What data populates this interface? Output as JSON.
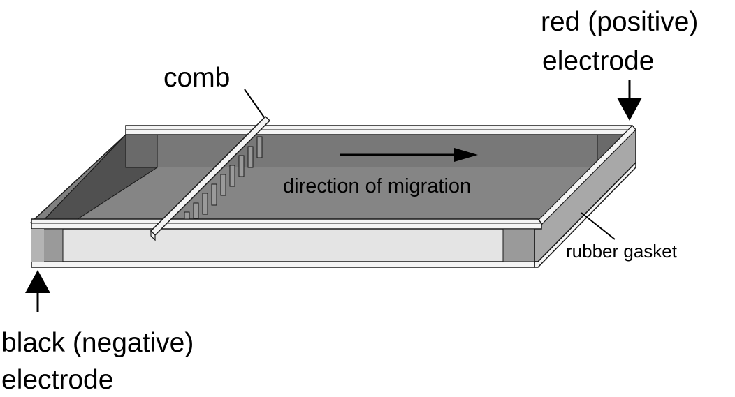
{
  "labels": {
    "comb": "comb",
    "red_electrode_line1": "red (positive)",
    "red_electrode_line2": "electrode",
    "black_electrode_line1": "black (negative)",
    "black_electrode_line2": "electrode",
    "direction": "direction of migration",
    "gasket": "rubber gasket"
  },
  "colors": {
    "gel": "#808080",
    "wall_dark": "#505050",
    "wall_side": "#a8a8a8",
    "front_panel": "#e4e4e4",
    "rim": "#f4f4f4",
    "gasket_block": "#9a9a9a",
    "outline": "#1a1a1a"
  }
}
